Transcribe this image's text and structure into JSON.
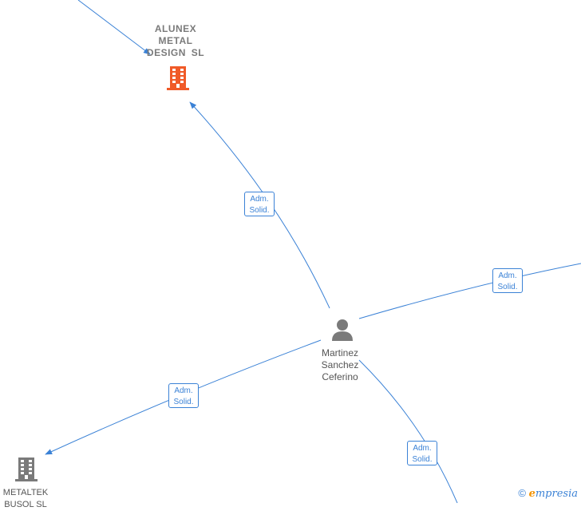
{
  "nodes": {
    "alunex": {
      "name_lines": [
        "ALUNEX",
        "METAL",
        "DESIGN SL"
      ],
      "icon": "building-icon",
      "color": "#f05a28"
    },
    "person": {
      "name_lines": [
        "Martinez",
        "Sanchez",
        "Ceferino"
      ],
      "icon": "person-icon",
      "color": "#7a7a7a"
    },
    "metaltek": {
      "name_lines": [
        "METALTEK",
        "BUSOL SL"
      ],
      "icon": "building-icon",
      "color": "#7a7a7a"
    }
  },
  "edges": [
    {
      "label_lines": [
        "Adm.",
        "Solid."
      ]
    },
    {
      "label_lines": [
        "Adm.",
        "Solid."
      ]
    },
    {
      "label_lines": [
        "Adm.",
        "Solid."
      ]
    },
    {
      "label_lines": [
        "Adm.",
        "Solid."
      ]
    }
  ],
  "colors": {
    "edge": "#3b82d6"
  },
  "watermark": {
    "copyright": "©",
    "brand_initial": "e",
    "brand_rest": "mpresia"
  }
}
